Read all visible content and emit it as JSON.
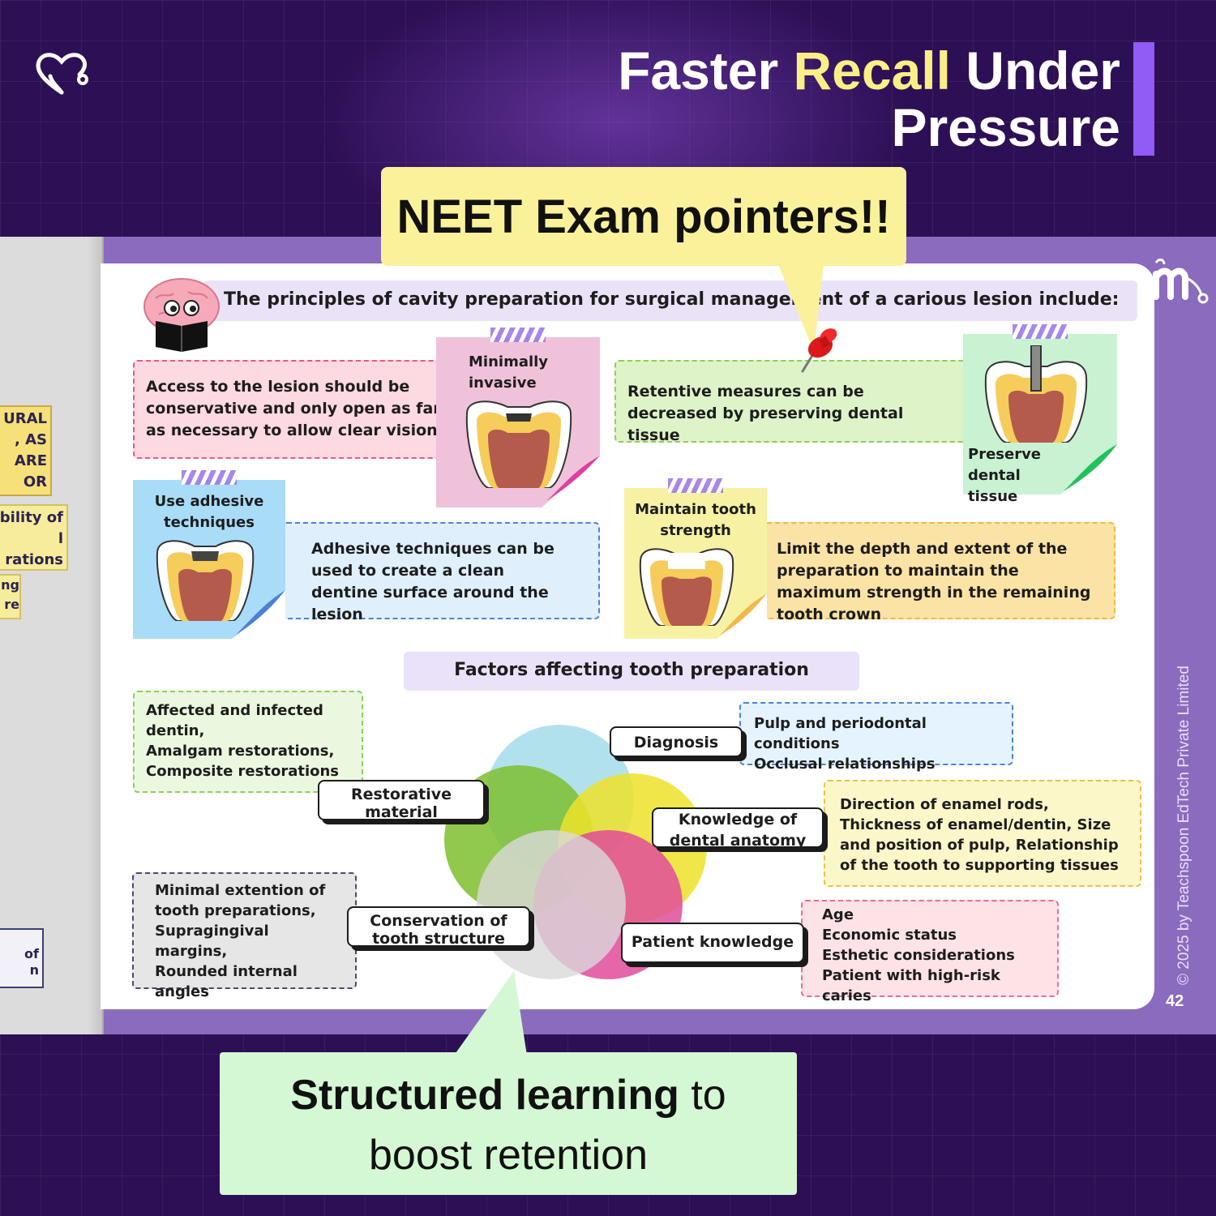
{
  "header": {
    "title_part1": "Faster ",
    "title_highlight": "Recall",
    "title_part2": " Under",
    "title_line2": "Pressure"
  },
  "callouts": {
    "neet": "NEET Exam pointers!!",
    "structured_bold": "Structured learning",
    "structured_rest": " to",
    "structured_line2": "boost retention"
  },
  "left_page_fragments": {
    "f1": [
      "URAL",
      ", AS",
      " ARE",
      "OR"
    ],
    "f2": [
      "bility of",
      "l",
      "rations"
    ],
    "f3": [
      "ng",
      "re"
    ],
    "f4": [
      "of",
      "n"
    ]
  },
  "page": {
    "title": "The principles of cavity preparation for surgical management of a carious lesion include:",
    "principles": {
      "access": "Access to the lesion should be conservative and only open as far as necessary to allow clear vision",
      "minimally_invasive": "Minimally invasive",
      "retentive": "Retentive measures can be decreased by preserving dental tissue",
      "preserve": "Preserve dental tissue",
      "adhesive_label": "Use adhesive techniques",
      "adhesive": "Adhesive techniques can be used to create a clean dentine surface around the lesion",
      "maintain_label": "Maintain tooth strength",
      "depth": "Limit the depth and extent of the preparation to maintain the maximum strength in the remaining tooth crown"
    },
    "factors_title": "Factors affecting tooth preparation",
    "factors": {
      "restorative_label": "Restorative material",
      "restorative_items": [
        "Affected and infected dentin,",
        "Amalgam restorations,",
        "Composite restorations"
      ],
      "diagnosis_label": "Diagnosis",
      "diagnosis_items": [
        "Pulp and periodontal conditions",
        "Occlusal relationships"
      ],
      "knowledge_label": "Knowledge of dental anatomy",
      "knowledge_items": [
        "Direction of enamel rods,",
        "Thickness of enamel/dentin, Size and position of pulp, Relationship of the tooth to supporting tissues"
      ],
      "conservation_label": "Conservation of tooth structure",
      "conservation_items": [
        "Minimal extention of tooth preparations,",
        "Supragingival margins,",
        "Rounded internal angles"
      ],
      "patient_label": "Patient knowledge",
      "patient_items": [
        "Age",
        "Economic status",
        "Esthetic considerations",
        "Patient with high-risk caries"
      ]
    },
    "credit": "© 2025 by Teachspoon EdTech Private Limited",
    "page_number": "42"
  },
  "colors": {
    "background": "#2d0f55",
    "accent": "#8f5cf5",
    "highlight": "#f9ef86",
    "neet_callout": "#fbf19a",
    "structured_callout": "#d5f8d4"
  },
  "icons": [
    "heart-stethoscope-logo",
    "pushpin-icon",
    "brain-reading-mascot",
    "watermark-logo",
    "tooth-illustration"
  ]
}
